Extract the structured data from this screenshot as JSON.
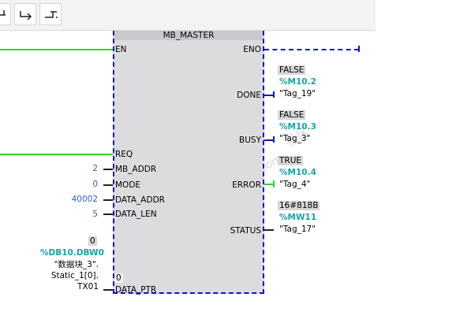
{
  "block": {
    "title": "MB_MASTER"
  },
  "pins": {
    "en": "EN",
    "eno": "ENO",
    "req": "REQ",
    "mb_addr": "MB_ADDR",
    "mode": "MODE",
    "data_addr": "DATA_ADDR",
    "data_len": "DATA_LEN",
    "data_ptr": "DATA_PTR",
    "done": "DONE",
    "busy": "BUSY",
    "error": "ERROR",
    "status": "STATUS"
  },
  "inputs": {
    "mb_addr": "2",
    "mode": "0",
    "data_addr": "40002",
    "data_len": "5",
    "data_ptr": {
      "value": "0",
      "address": "%DB10.DBW0",
      "name_line1": "\"数据块_3\".",
      "name_line2": "Static_1[0].",
      "name_line3": "TX01",
      "inside_value": "0"
    }
  },
  "outputs": {
    "done": {
      "value": "FALSE",
      "address": "%M10.2",
      "tag": "\"Tag_19\""
    },
    "busy": {
      "value": "FALSE",
      "address": "%M10.3",
      "tag": "\"Tag_3\""
    },
    "error": {
      "value": "TRUE",
      "address": "%M10.4",
      "tag": "\"Tag_4\""
    },
    "status": {
      "value": "16#818B",
      "address": "%MW11",
      "tag": "\"Tag_17\""
    }
  },
  "colors": {
    "power_flow": "#33d333",
    "no_flow": "#1111cc",
    "address": "#17a4a4",
    "constant": "#2f63c8"
  },
  "toolbar": {
    "icons": [
      "branch-icon",
      "open-branch-icon",
      "close-branch-icon"
    ]
  }
}
